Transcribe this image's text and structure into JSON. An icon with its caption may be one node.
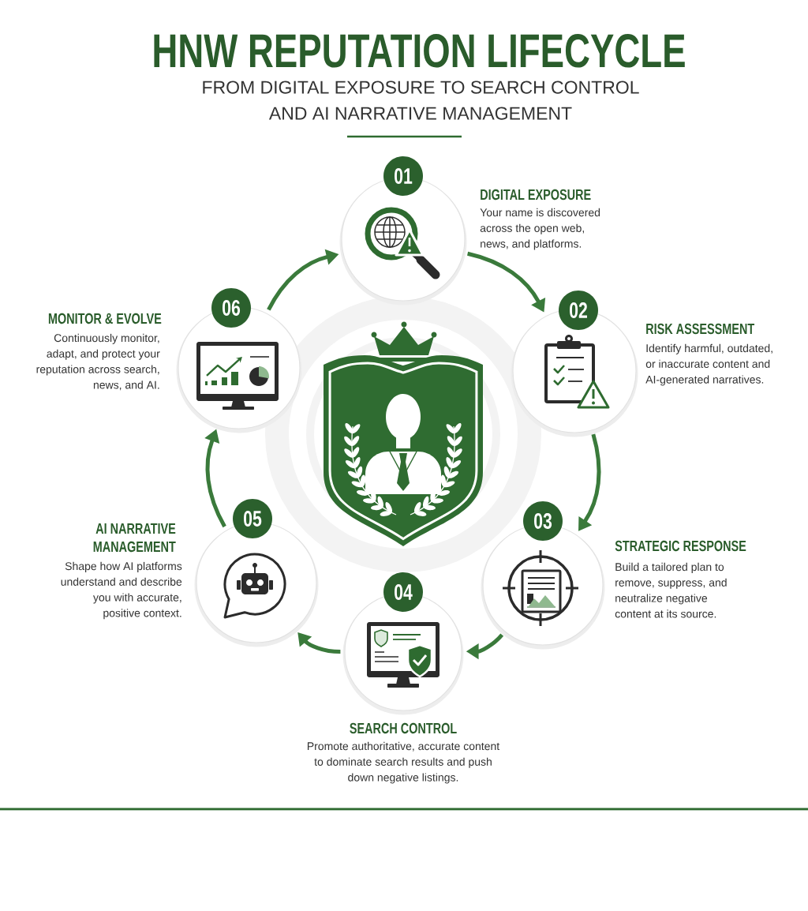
{
  "diagram": {
    "title": "HNW REPUTATION LIFECYCLE",
    "nodes": [
      {
        "text": [
          "01"
        ]
      },
      {
        "text": [
          "DIGITAL EXPOSURE",
          "Your name is discovered across the open web, news, and platforms."
        ]
      },
      {
        "text": [
          "02"
        ]
      },
      {
        "text": [
          "RISK ASSESSMENT",
          "Identify harmful, outdated, or inaccurate content and AI-generated narratives."
        ]
      },
      {
        "text": [
          "03"
        ]
      },
      {
        "text": [
          "STRATEGIC RESPONSE",
          "Build a tailored plan to remove, suppress, and neutralize negative content at its source."
        ]
      },
      {
        "text": [
          "04"
        ]
      },
      {
        "text": [
          "SEARCH CONTROL",
          "Promote authoritative, accurate content to dominate search results and push down negative listings."
        ]
      },
      {
        "text": [
          "05"
        ]
      },
      {
        "text": [
          "AI NARRATIVE MANAGEMENT",
          "Shape how AI platforms understand and describe you with accurate, positive context."
        ]
      },
      {
        "text": [
          "06"
        ]
      },
      {
        "text": [
          "MONITOR & EVOLVE",
          "Continuously monitor, adapt, and protect your reputation across search, news, and AI."
        ]
      }
    ],
    "edges": [
      {
        "from": 1,
        "to": 3,
        "arrow": "to"
      },
      {
        "from": 3,
        "to": 5,
        "arrow": "to"
      },
      {
        "from": 5,
        "to": 7,
        "arrow": "to"
      },
      {
        "from": 7,
        "to": 9,
        "arrow": "to"
      },
      {
        "from": 9,
        "to": 11,
        "arrow": "to"
      },
      {
        "from": 11,
        "to": 1,
        "arrow": "to"
      }
    ],
    "labels": [
      "FROM DIGITAL EXPOSURE TO SEARCH CONTROL AND AI NARRATIVE MANAGEMENT"
    ]
  }
}
